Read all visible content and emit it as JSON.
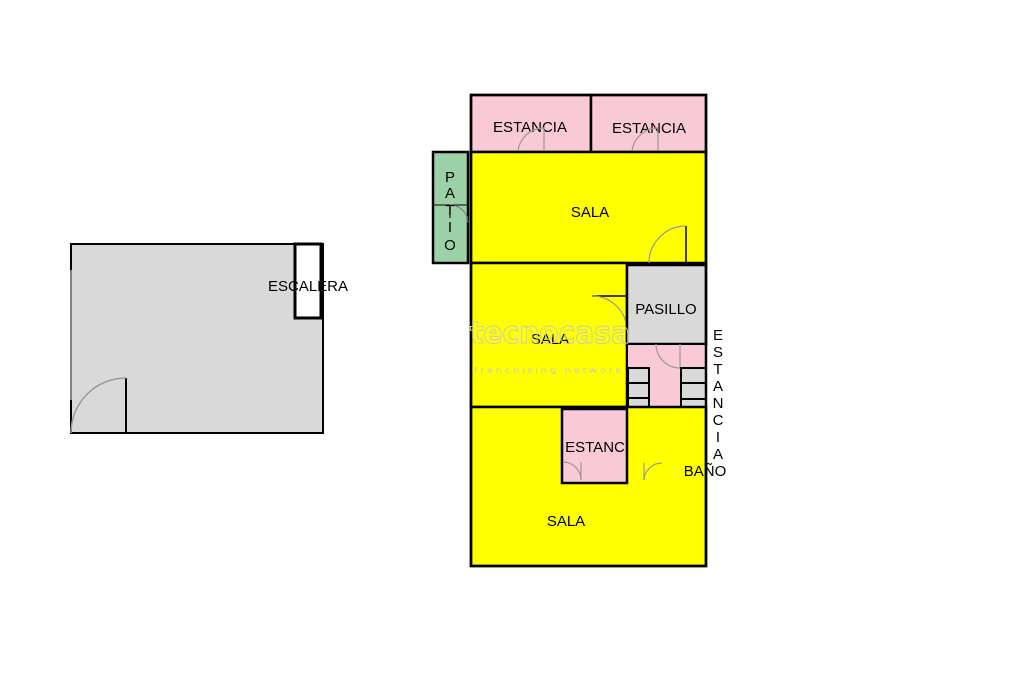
{
  "colors": {
    "estancia": "#f9c9d6",
    "sala": "#ffff00",
    "patio": "#9cd1a8",
    "gray": "#d9d9d9",
    "bano_fixture": "#c6e2f7",
    "wall": "#000000",
    "door": "#999999"
  },
  "labels": {
    "escalera": "ESCALERA",
    "estancia_1": "ESTANCIA",
    "estancia_2": "ESTANCIA",
    "patio_letters": [
      "P",
      "A",
      "T",
      "I",
      "O"
    ],
    "sala_top": "SALA",
    "sala_mid": "SALA",
    "sala_bottom": "SALA",
    "pasillo": "PASILLO",
    "estancia_small": "ESTANC",
    "estancia_vertical_letters": [
      "E",
      "S",
      "T",
      "A",
      "N",
      "C",
      "I",
      "A"
    ],
    "bano": "BAÑO"
  },
  "watermark": {
    "brand": "tecnocasa",
    "tagline": "franchising network"
  }
}
